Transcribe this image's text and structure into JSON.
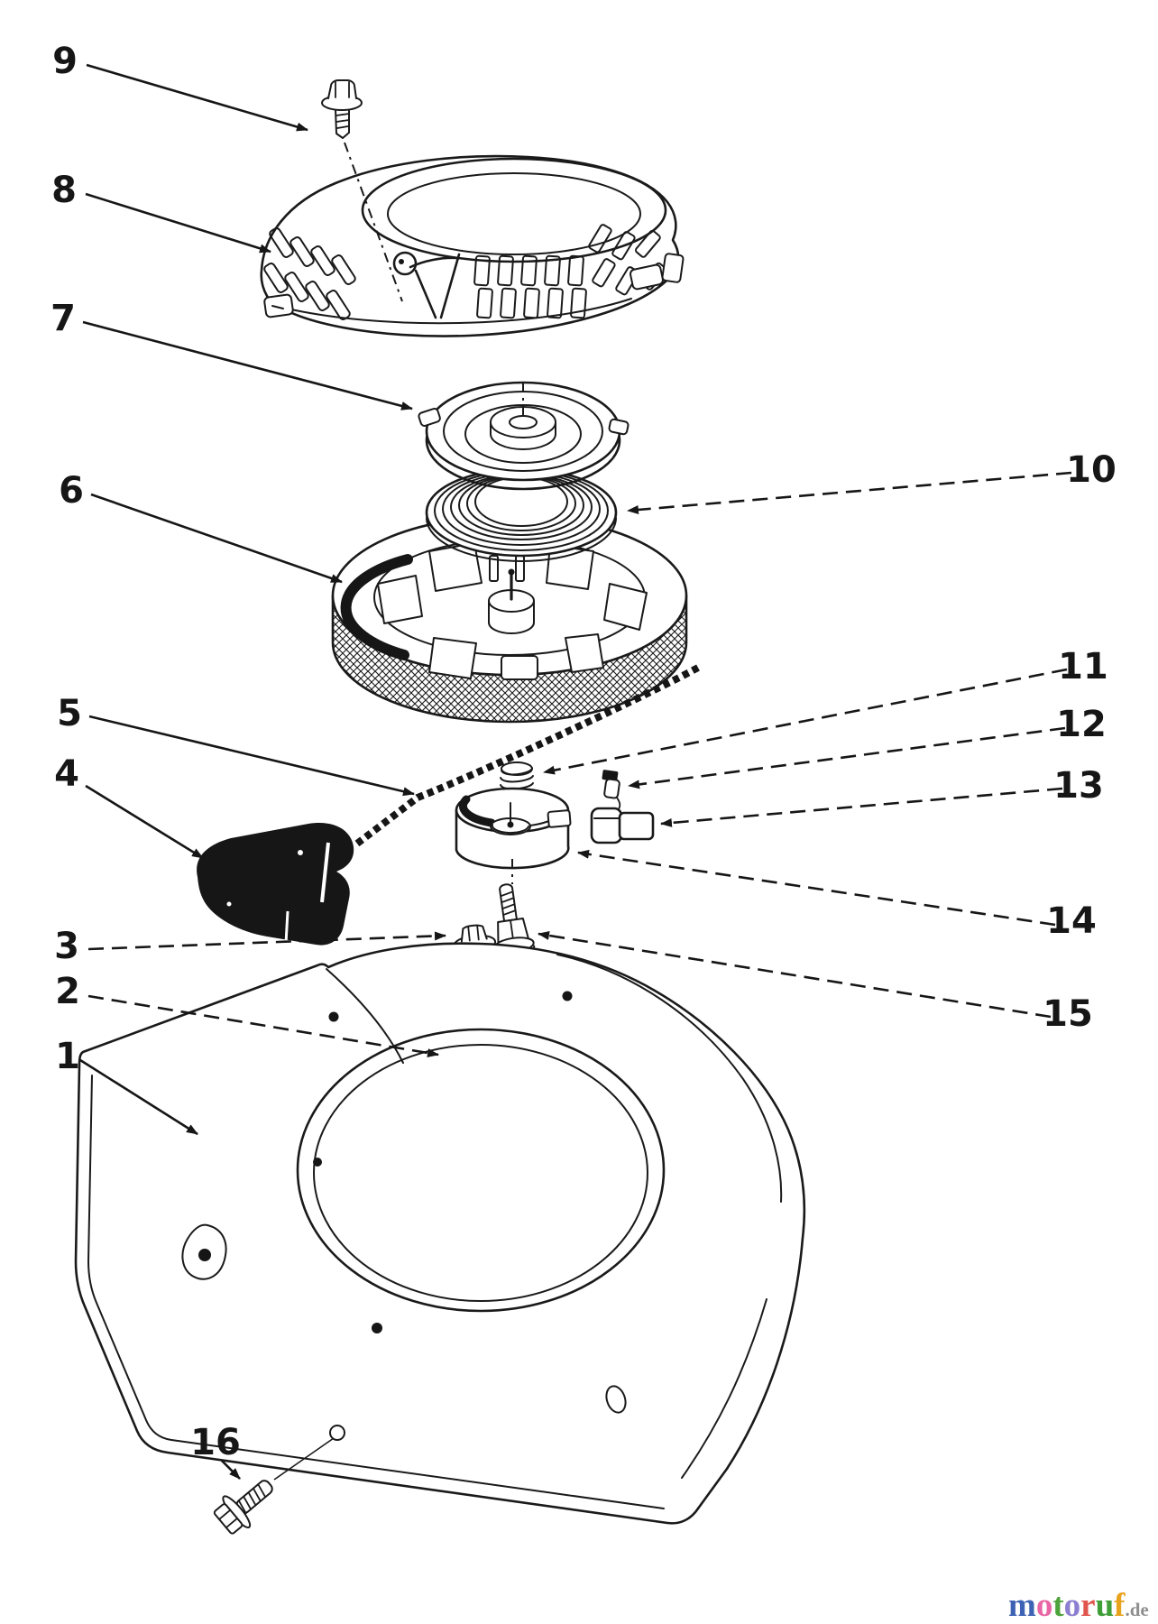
{
  "callouts": [
    {
      "label": "9"
    },
    {
      "label": "8"
    },
    {
      "label": "7"
    },
    {
      "label": "6"
    },
    {
      "label": "5"
    },
    {
      "label": "4"
    },
    {
      "label": "3"
    },
    {
      "label": "2"
    },
    {
      "label": "1"
    },
    {
      "label": "10"
    },
    {
      "label": "11"
    },
    {
      "label": "12"
    },
    {
      "label": "13"
    },
    {
      "label": "14"
    },
    {
      "label": "15"
    },
    {
      "label": "16"
    }
  ],
  "ink_color": "#1a1a1a",
  "background_color": "#ffffff",
  "watermark": {
    "letters": [
      {
        "char": "m",
        "color": "#3e63b4"
      },
      {
        "char": "o",
        "color": "#e966a6"
      },
      {
        "char": "t",
        "color": "#4ea43c"
      },
      {
        "char": "o",
        "color": "#8c7ed0"
      },
      {
        "char": "r",
        "color": "#e0564e"
      },
      {
        "char": "u",
        "color": "#3f9e38"
      },
      {
        "char": "f",
        "color": "#e8a31e"
      }
    ],
    "suffix": ".de",
    "suffix_color": "#8f8f8f"
  }
}
